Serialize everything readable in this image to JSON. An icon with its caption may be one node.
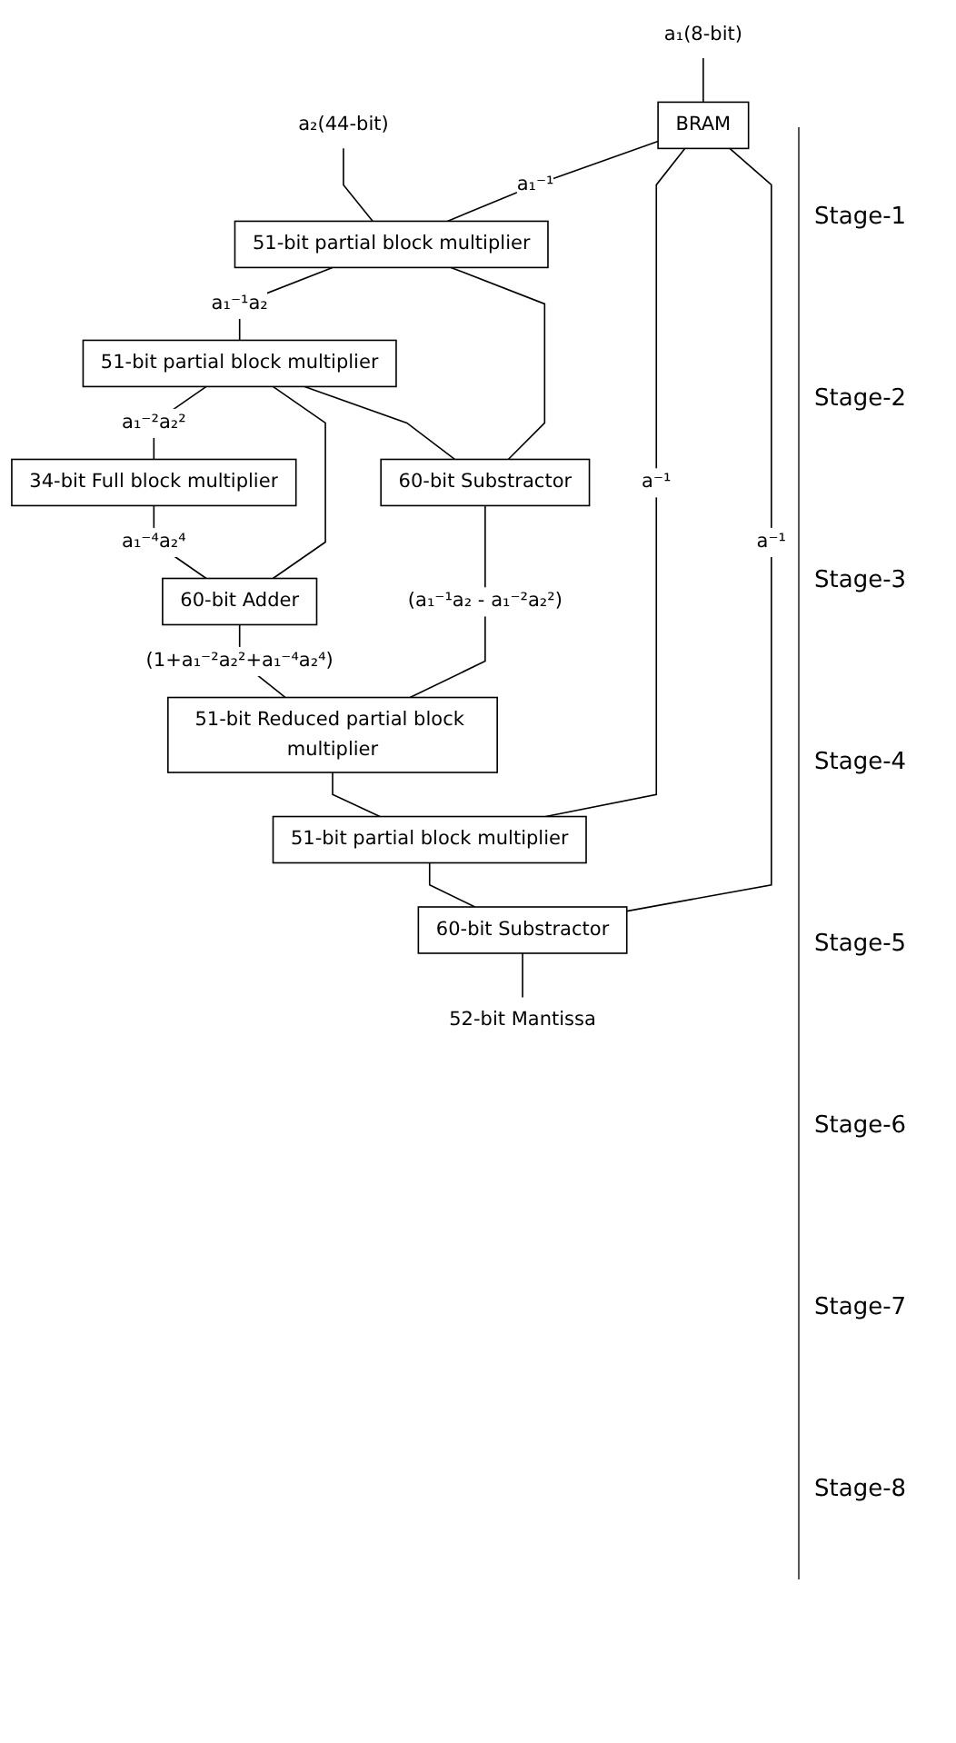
{
  "diagram": {
    "nodes": [
      {
        "text": [
          "a₁(8-bit)"
        ]
      },
      {
        "text": [
          "a₂(44-bit)"
        ]
      },
      {
        "text": [
          "BRAM"
        ]
      },
      {
        "text": [
          "51-bit partial block multiplier"
        ]
      },
      {
        "text": [
          "51-bit partial block multiplier"
        ]
      },
      {
        "text": [
          "34-bit Full block multiplier"
        ]
      },
      {
        "text": [
          "60-bit Substractor"
        ]
      },
      {
        "text": [
          "60-bit Adder"
        ]
      },
      {
        "text": [
          "51-bit Reduced partial block multiplier"
        ]
      },
      {
        "text": [
          "51-bit partial block multiplier"
        ]
      },
      {
        "text": [
          "60-bit Substractor"
        ]
      },
      {
        "text": [
          "52-bit Mantissa"
        ]
      }
    ],
    "edges": [
      {
        "from": 0,
        "to": 2,
        "arrow": "none"
      },
      {
        "from": 2,
        "to": 3,
        "label": "a₁⁻¹",
        "arrow": "none"
      },
      {
        "from": 1,
        "to": 3,
        "arrow": "none"
      },
      {
        "from": 2,
        "to": 9,
        "label": "a⁻¹",
        "arrow": "none"
      },
      {
        "from": 2,
        "to": 10,
        "label": "a⁻¹",
        "arrow": "none"
      },
      {
        "from": 3,
        "to": 4,
        "label": "a₁⁻¹a₂",
        "arrow": "none"
      },
      {
        "from": 3,
        "to": 6,
        "arrow": "none"
      },
      {
        "from": 4,
        "to": 5,
        "label": "a₁⁻²a₂²",
        "arrow": "none"
      },
      {
        "from": 4,
        "to": 7,
        "arrow": "none"
      },
      {
        "from": 4,
        "to": 6,
        "arrow": "none"
      },
      {
        "from": 5,
        "to": 7,
        "label": "a₁⁻⁴a₂⁴",
        "arrow": "none"
      },
      {
        "from": 7,
        "to": 8,
        "label": "(1+a₁⁻²a₂²+a₁⁻⁴a₂⁴)",
        "arrow": "none"
      },
      {
        "from": 6,
        "to": 8,
        "label": "(a₁⁻¹a₂ - a₁⁻²a₂²)",
        "arrow": "none"
      },
      {
        "from": 8,
        "to": 9,
        "arrow": "none"
      },
      {
        "from": 9,
        "to": 10,
        "arrow": "none"
      },
      {
        "from": 10,
        "to": 11,
        "arrow": "none"
      }
    ],
    "labels": [
      "Stage-1",
      "Stage-2",
      "Stage-3",
      "Stage-4",
      "Stage-5",
      "Stage-6",
      "Stage-7",
      "Stage-8"
    ]
  }
}
